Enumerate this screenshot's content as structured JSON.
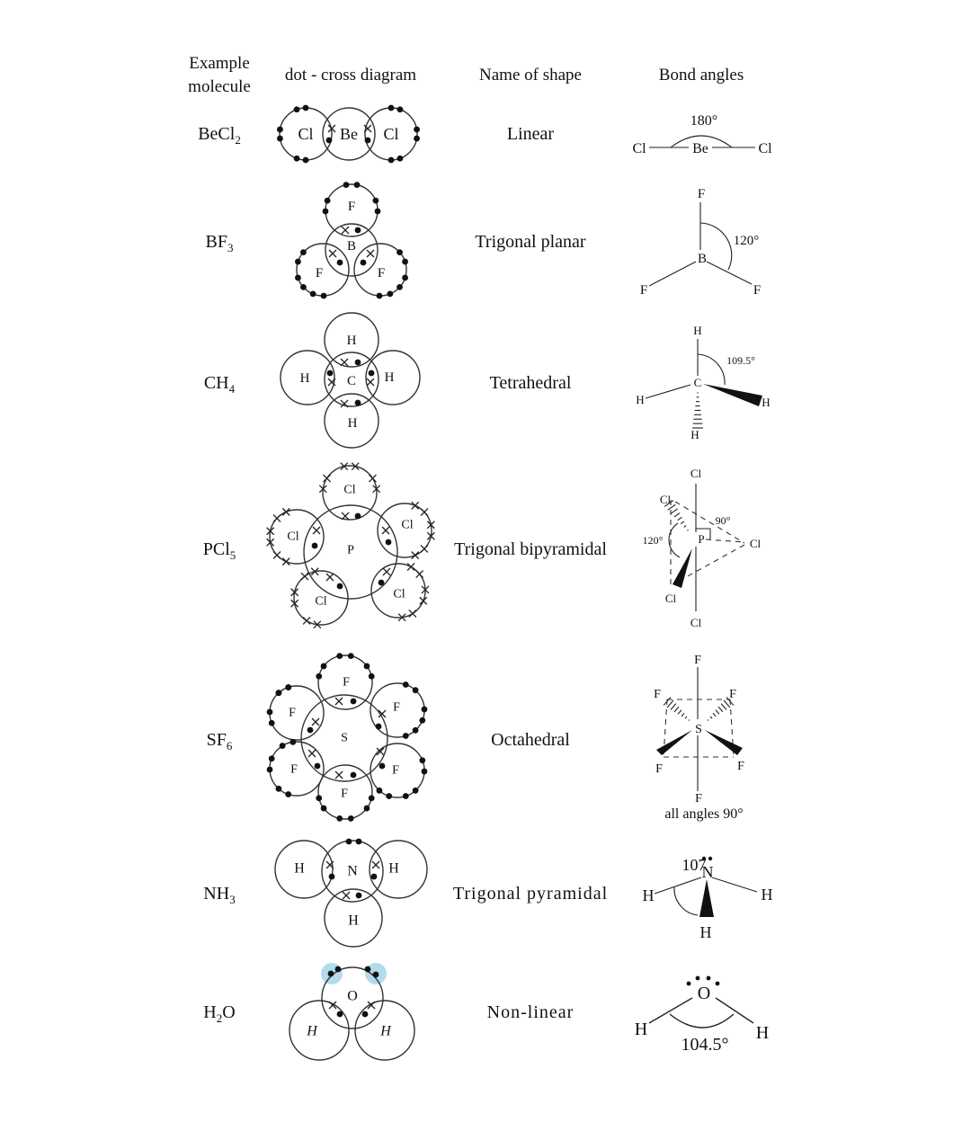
{
  "headers": {
    "example_line1": "Example",
    "example_line2": "molecule",
    "dot_cross": "dot - cross diagram",
    "shape": "Name of shape",
    "angles": "Bond angles"
  },
  "rows": [
    {
      "formula_main": "BeCl",
      "formula_sub": "2",
      "shape": "Linear"
    },
    {
      "formula_main": "BF",
      "formula_sub": "3",
      "shape": "Trigonal planar"
    },
    {
      "formula_main": "CH",
      "formula_sub": "4",
      "shape": "Tetrahedral"
    },
    {
      "formula_main": "PCl",
      "formula_sub": "5",
      "shape": "Trigonal bipyramidal"
    },
    {
      "formula_main": "SF",
      "formula_sub": "6",
      "shape": "Octahedral"
    },
    {
      "formula_main": "NH",
      "formula_sub": "3",
      "shape": "Trigonal pyramidal"
    },
    {
      "formula_main": "H",
      "formula_sub": "2",
      "formula_tail": "O",
      "shape": "Non-linear"
    }
  ],
  "atoms": {
    "Be": "Be",
    "Cl": "Cl",
    "B": "B",
    "F": "F",
    "C": "C",
    "H": "H",
    "P": "P",
    "S": "S",
    "N": "N",
    "O": "O"
  },
  "angles": {
    "becl2": "180°",
    "bf3": "120°",
    "ch4": "109.5°",
    "pcl5_a": "90°",
    "pcl5_b": "120°",
    "sf6_note": "all angles 90°",
    "nh3": "107",
    "h2o": "104.5°"
  }
}
